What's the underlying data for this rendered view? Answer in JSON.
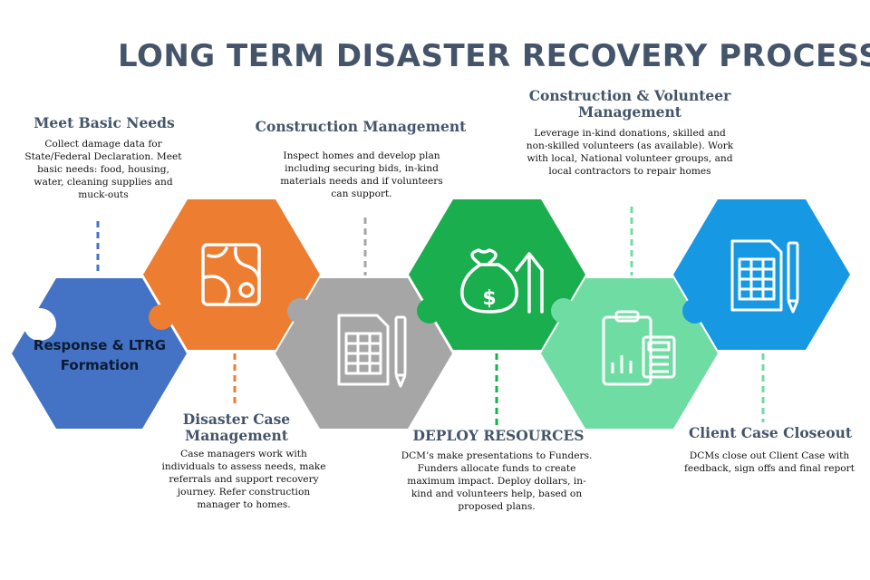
{
  "title": "LONG TERM DISASTER RECOVERY PROCESS",
  "colors": {
    "title": "#44546A",
    "blue_dark": "#4472C4",
    "orange": "#ED7D31",
    "gray": "#A6A6A6",
    "green": "#1AAE4E",
    "mint": "#6FDCA3",
    "sky": "#1798E3"
  },
  "steps": [
    {
      "id": "response",
      "label": "Response & LTRG Formation",
      "icon": ""
    },
    {
      "id": "basic-needs",
      "heading": "Meet Basic Needs",
      "description": "Collect damage data for State/Federal Declaration. Meet basic needs: food, housing, water, cleaning supplies and muck-outs",
      "icon": "map-icon"
    },
    {
      "id": "case-mgmt",
      "heading": "Disaster Case Management",
      "description": "Case managers work with individuals to assess needs, make referrals and support recovery journey. Refer construction manager to homes.",
      "icon": "document-pen-icon"
    },
    {
      "id": "construction",
      "heading": "Construction Management",
      "description": "Inspect homes and develop plan including securing bids, in-kind materials needs and if volunteers can support.",
      "icon": "money-bag-growth-icon"
    },
    {
      "id": "deploy",
      "heading": "DEPLOY RESOURCES",
      "description": "DCM’s make presentations to Funders. Funders allocate funds to create maximum impact. Deploy dollars, in-kind and volunteers help, based on proposed plans.",
      "icon": "clipboard-calculator-icon"
    },
    {
      "id": "volunteer",
      "heading": "Construction & Volunteer Management",
      "description": "Leverage in-kind donations, skilled and non-skilled volunteers (as available). Work with local, National volunteer groups, and local contractors to repair homes",
      "icon": "document-pen-icon"
    },
    {
      "id": "closeout",
      "heading": "Client Case Closeout",
      "description": "DCMs close out Client Case with feedback, sign offs and final report",
      "icon": ""
    }
  ]
}
